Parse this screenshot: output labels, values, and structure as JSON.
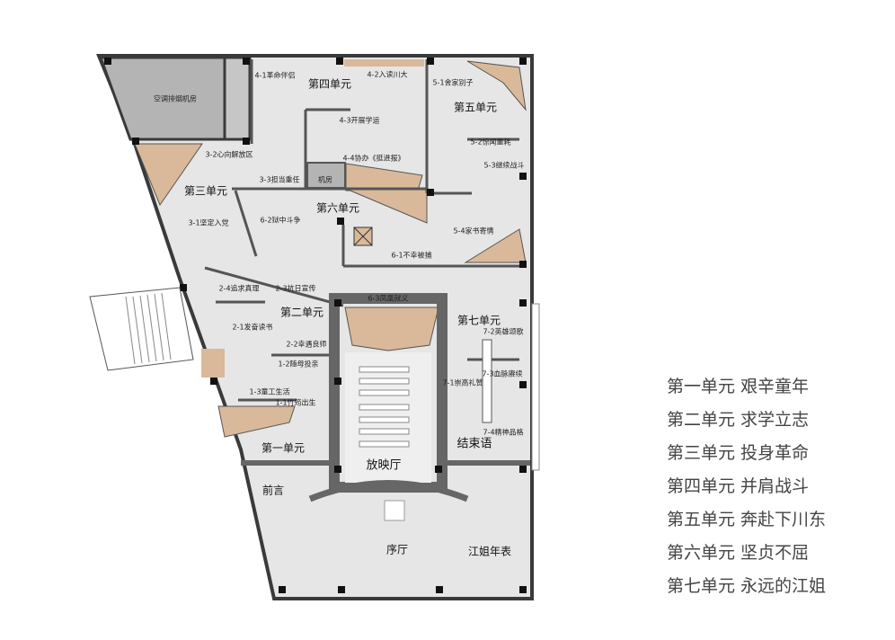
{
  "rooms": {
    "ac_room": "空调排烟机房",
    "machine_room": "机房",
    "cinema": "放映厅",
    "preface": "前言",
    "lobby": "序厅",
    "chronology": "江姐年表",
    "epilogue": "结束语"
  },
  "units": {
    "u1": "第一单元",
    "u2": "第二单元",
    "u3": "第三单元",
    "u4": "第四单元",
    "u5": "第五单元",
    "u6": "第六单元",
    "u7": "第七单元"
  },
  "exhibits": {
    "e1_1": "1-1竹筠出生",
    "e1_2": "1-2随母投亲",
    "e1_3": "1-3童工生活",
    "e2_1": "2-1发奋读书",
    "e2_2": "2-2幸遇良师",
    "e2_3": "2-3抗日宣传",
    "e2_4": "2-4追求真理",
    "e3_1": "3-1坚定入党",
    "e3_2": "3-2心向解放区",
    "e3_3": "3-3担当重任",
    "e4_1": "4-1革命伴侣",
    "e4_2": "4-2入读川大",
    "e4_3": "4-3开展学运",
    "e4_4": "4-4协办《挺进报》",
    "e5_1": "5-1舍家别子",
    "e5_2": "5-2惊闻噩耗",
    "e5_3": "5-3继续战斗",
    "e5_4": "5-4家书寄情",
    "e6_1": "6-1不幸被捕",
    "e6_2": "6-2狱中斗争",
    "e6_3": "6-3凤凰就义",
    "e7_1": "7-1崇高礼赞",
    "e7_2": "7-2英雄颂歌",
    "e7_3": "7-3血脉赓续",
    "e7_4": "7-4精神品格"
  },
  "legend": [
    "第一单元 艰辛童年",
    "第二单元 求学立志",
    "第三单元 投身革命",
    "第四单元 并肩战斗",
    "第五单元  奔赴下川东",
    "第六单元 坚贞不屈",
    "第七单元 永远的江姐"
  ],
  "colors": {
    "floor": "#e6e6e6",
    "wall": "#7a7a7a",
    "dark": "#3a3a3a",
    "display": "#d9b99a",
    "machine": "#b4b4b4"
  }
}
